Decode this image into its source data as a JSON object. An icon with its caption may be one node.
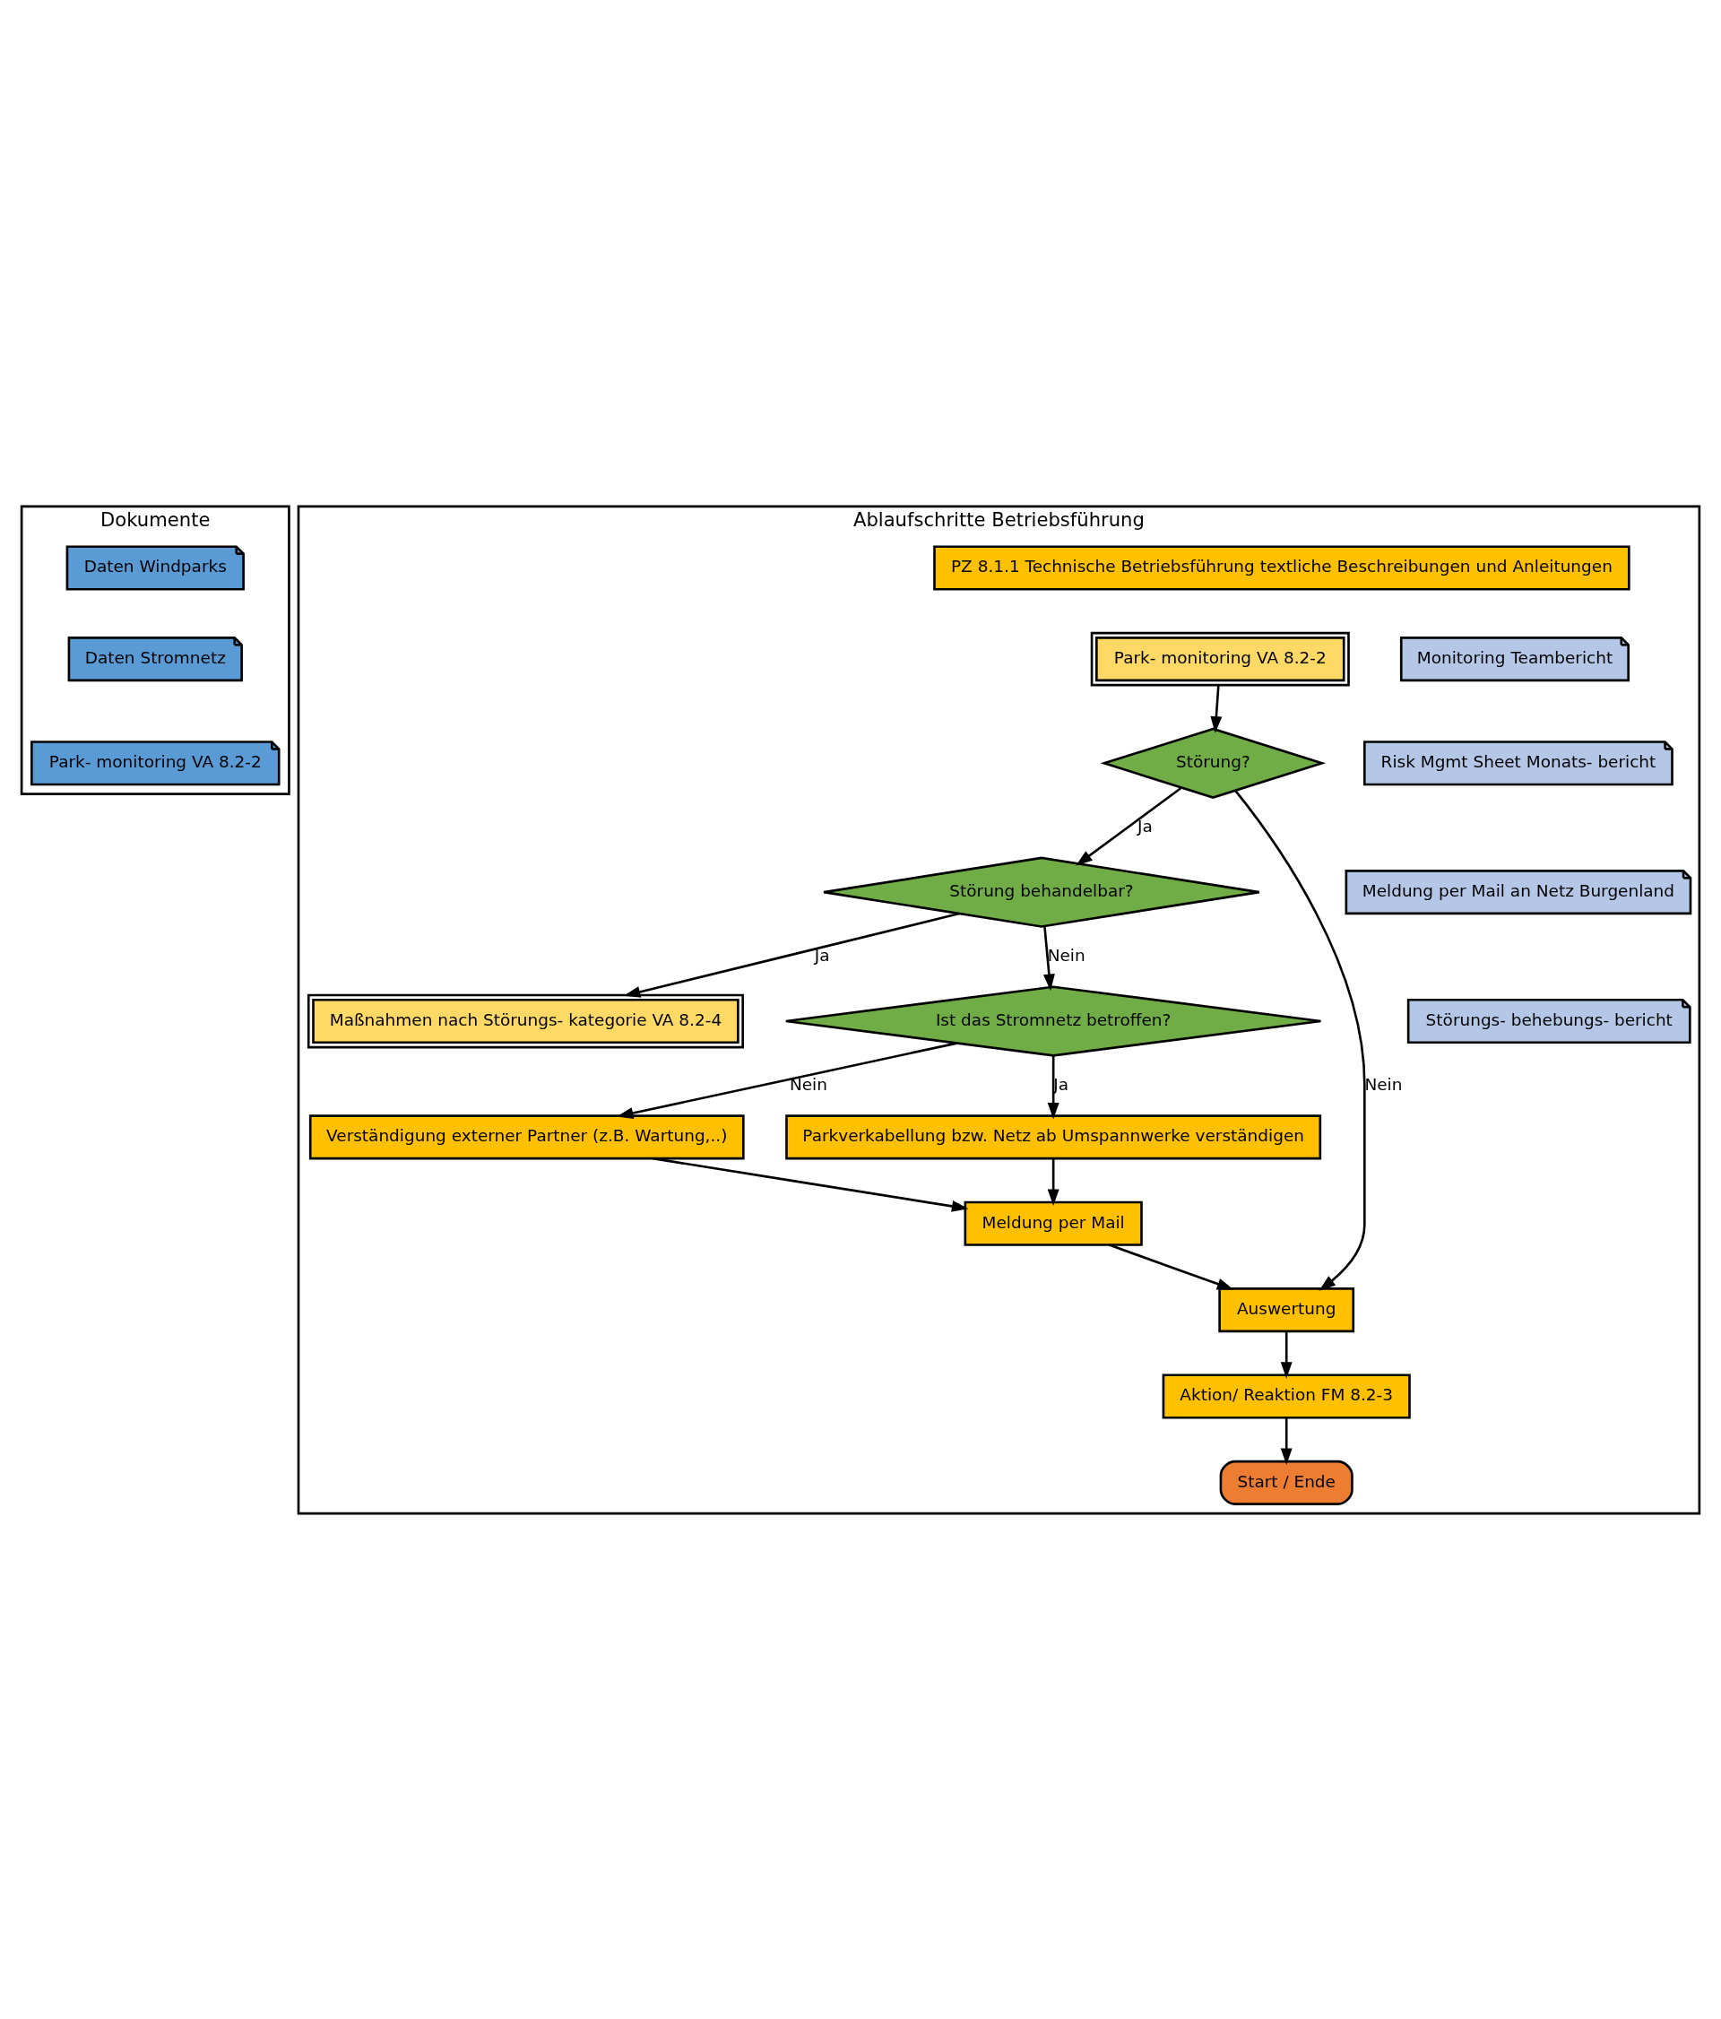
{
  "diagram": {
    "nodes": [
      {
        "text": [
          "Dokumente"
        ]
      },
      {
        "text": [
          "Ablaufschritte Betriebsführung"
        ]
      },
      {
        "text": [
          "PZ 8.1.1 Technische Betriebsführung textliche Beschreibungen und Anleitungen"
        ],
        "in": 1
      },
      {
        "text": [
          "Daten Windparks"
        ],
        "in": 0
      },
      {
        "text": [
          "Daten Stromnetz"
        ],
        "in": 0
      },
      {
        "text": [
          "Park- monitoring VA 8.2-2"
        ],
        "in": 1
      },
      {
        "text": [
          "Störung?"
        ],
        "in": 1
      },
      {
        "text": [
          "Störung behandelbar?"
        ],
        "in": 1
      },
      {
        "text": [
          "Monitoring Teambericht"
        ],
        "in": 1
      },
      {
        "text": [
          "Park- monitoring VA 8.2-2"
        ],
        "in": 0
      },
      {
        "text": [
          "Maßnahmen nach Störungs- kategorie VA 8.2-4"
        ],
        "in": 1
      },
      {
        "text": [
          "Auswertung"
        ],
        "in": 1
      },
      {
        "text": [
          "Risk Mgmt Sheet Monats- bericht"
        ],
        "in": 1
      },
      {
        "text": [
          "Ist das Stromnetz betroffen?"
        ],
        "in": 1
      },
      {
        "text": [
          "Verständigung externer Partner (z.B. Wartung,..)"
        ],
        "in": 1
      },
      {
        "text": [
          "Meldung per Mail an Netz Burgenland"
        ],
        "in": 1
      },
      {
        "text": [
          "Aktion/ Reaktion FM 8.2-3"
        ],
        "in": 1
      },
      {
        "text": [
          "Parkverkabellung bzw. Netz ab Umspannwerke verständigen"
        ],
        "in": 1
      },
      {
        "text": [
          "Störungs- behebungs- bericht"
        ],
        "in": 1
      },
      {
        "text": [
          "Meldung per Mail"
        ],
        "in": 1
      },
      {
        "text": [
          "Start / Ende"
        ],
        "in": 1
      }
    ],
    "edges": [
      {
        "from": 5,
        "to": 6,
        "arrow": "to"
      },
      {
        "from": 6,
        "to": 7,
        "arrow": "to",
        "label": "Ja"
      },
      {
        "from": 6,
        "to": 11,
        "arrow": "to",
        "label": "Nein"
      },
      {
        "from": 7,
        "to": 10,
        "arrow": "to",
        "label": "Ja"
      },
      {
        "from": 7,
        "to": 13,
        "arrow": "to",
        "label": "Nein"
      },
      {
        "from": 13,
        "to": 14,
        "arrow": "to",
        "label": "Nein"
      },
      {
        "from": 13,
        "to": 17,
        "arrow": "to",
        "label": "Ja"
      },
      {
        "from": 11,
        "to": 16,
        "arrow": "to"
      },
      {
        "from": 16,
        "to": 20,
        "arrow": "to"
      },
      {
        "from": 17,
        "to": 19,
        "arrow": "to"
      },
      {
        "from": 14,
        "to": 19,
        "arrow": "to"
      },
      {
        "from": 19,
        "to": 11,
        "arrow": "to"
      }
    ]
  }
}
